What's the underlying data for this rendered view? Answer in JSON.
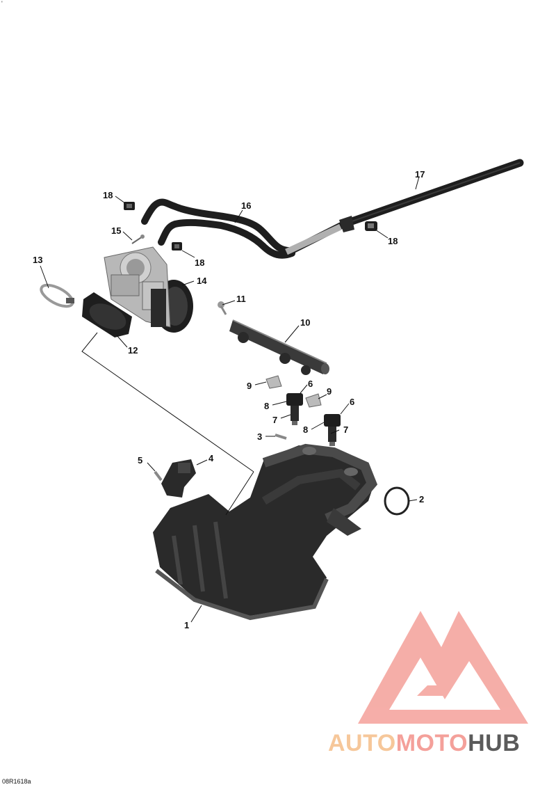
{
  "corner_mark": "'",
  "figure_code": "08R1618a",
  "callouts": [
    "1",
    "2",
    "3",
    "4",
    "5",
    "6",
    "6",
    "7",
    "7",
    "8",
    "8",
    "9",
    "9",
    "10",
    "11",
    "12",
    "13",
    "14",
    "15",
    "16",
    "17",
    "18",
    "18",
    "18"
  ],
  "watermark": {
    "part1": "AUTO",
    "part2": "MOTO",
    "part3": "HUB",
    "color1": "#f6c79a",
    "color2": "#f4a09a",
    "color3": "#5a5a5a",
    "logo_color": "#f4a09a"
  },
  "colors": {
    "part_dark": "#2a2a2a",
    "part_mid": "#4a4a4a",
    "part_light": "#8a8a8a",
    "metal": "#b8b8b8"
  }
}
